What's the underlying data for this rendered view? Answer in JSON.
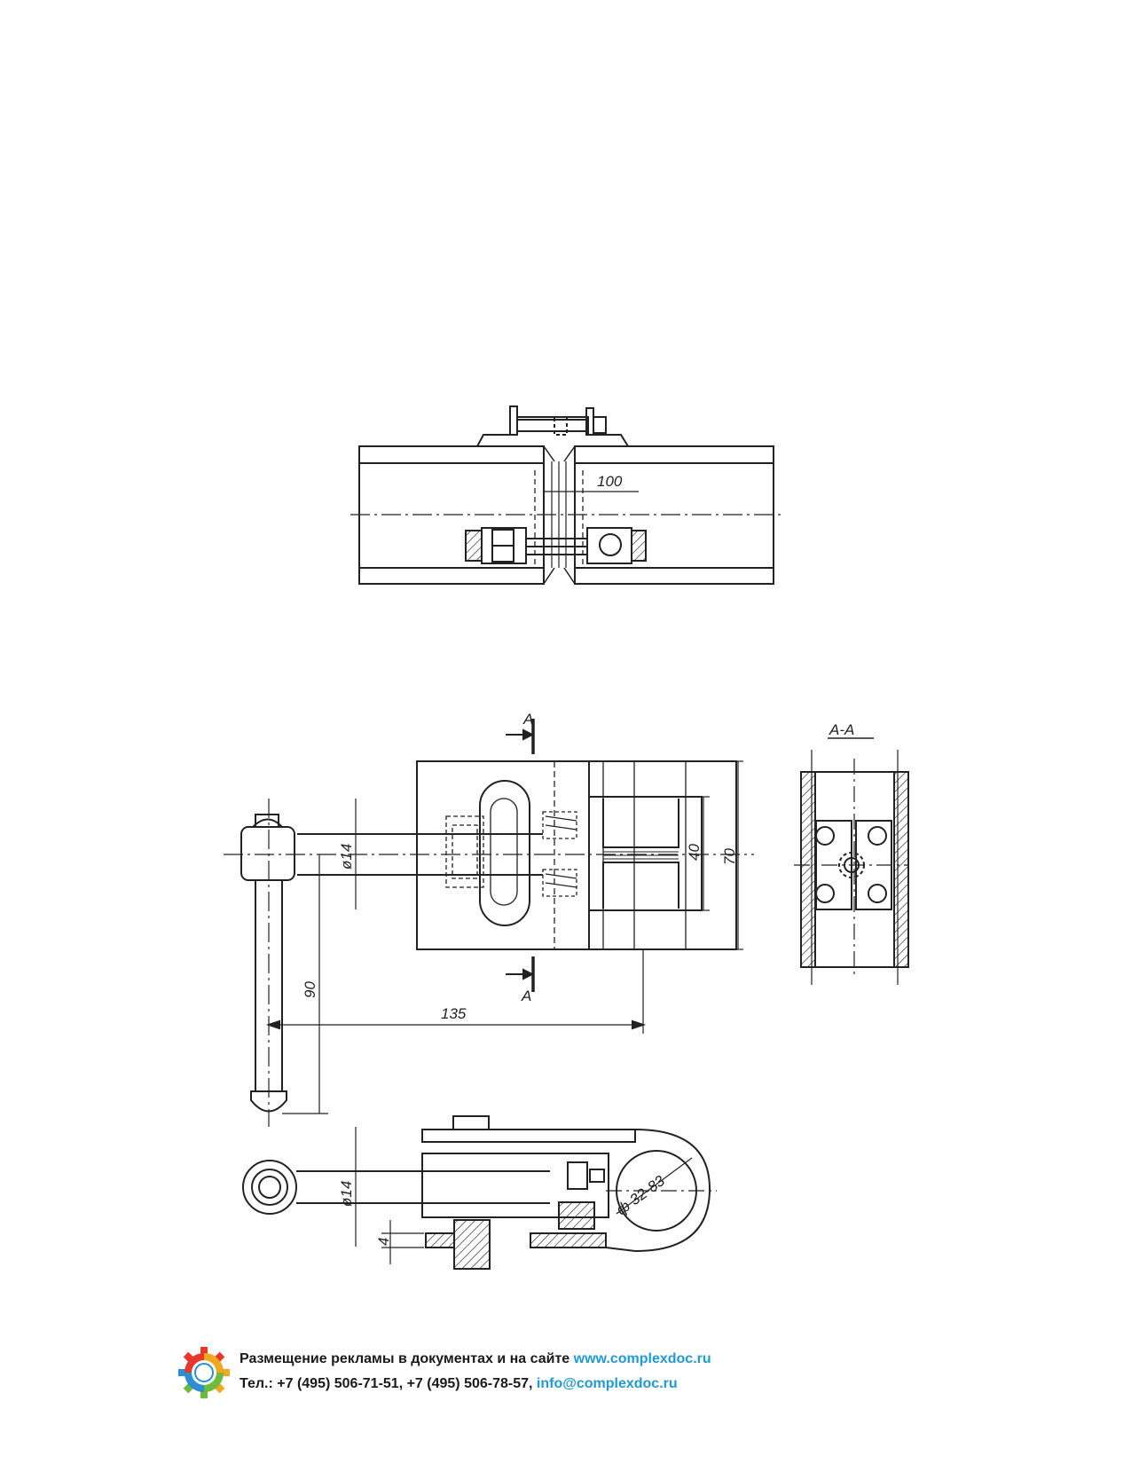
{
  "drawing": {
    "top_view": {
      "dim_100": "100"
    },
    "main_view": {
      "section_mark_top": "A",
      "section_mark_bottom": "A",
      "dim_d14": "ø14",
      "dim_40": "40",
      "dim_70": "70",
      "dim_90": "90",
      "dim_135": "135"
    },
    "section_view": {
      "title": "A-A"
    },
    "bottom_view": {
      "dim_d14": "ø14",
      "dim_4": "4",
      "dim_d32_83": "ф 32-83"
    }
  },
  "footer": {
    "line1_text": "Размещение рекламы в документах и на сайте ",
    "line1_link": "www.complexdoc.ru",
    "line2_text": "Тел.: +7 (495) 506-71-51, +7 (495) 506-78-57, ",
    "line2_link": "info@complexdoc.ru",
    "logo_icon": "gear-logo-icon",
    "link_color": "#1e9ad6"
  }
}
